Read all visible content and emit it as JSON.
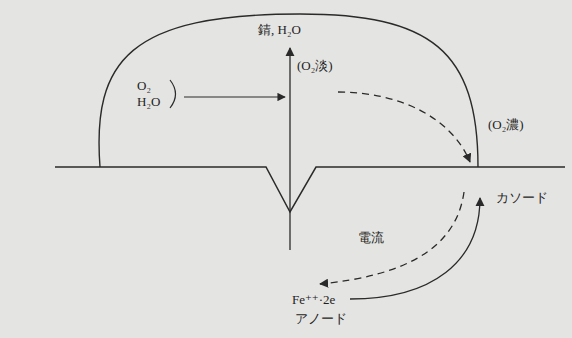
{
  "diagram": {
    "nodes": [
      {
        "text": [
          "錆, H₂O",
          "(O₂淡)",
          "O₂ H₂O"
        ]
      }
    ],
    "labels": [
      "(O₂濃)",
      "カソード",
      "電流",
      "Fe⁺⁺·2e",
      "アノード"
    ]
  }
}
